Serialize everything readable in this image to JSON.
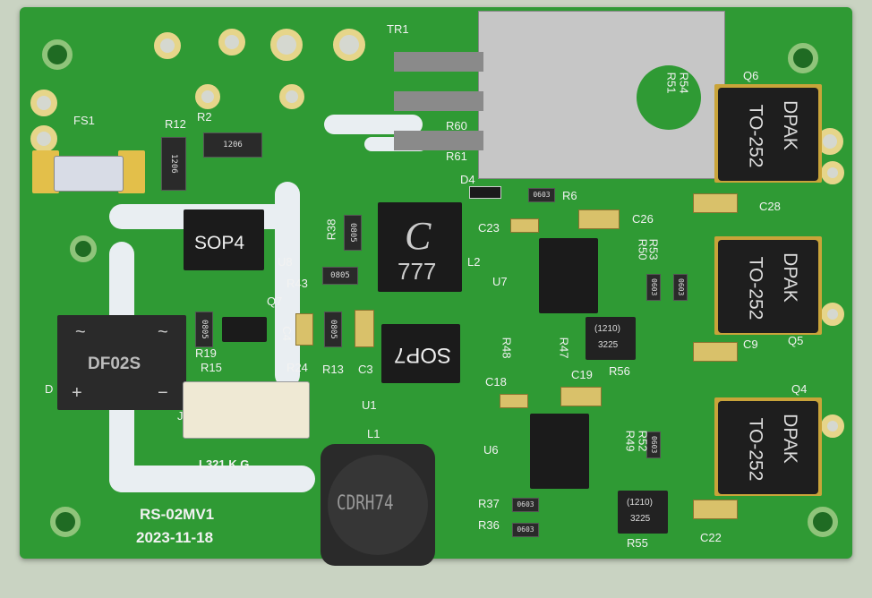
{
  "board": {
    "name": "RS-02MV1",
    "date": "2023-11-18"
  },
  "refs": {
    "tr1": "TR1",
    "q6": "Q6",
    "q5": "Q5",
    "q4": "Q4",
    "fs1": "FS1",
    "r12": "R12",
    "r2": "R2",
    "r38": "R38",
    "u8": "U8",
    "q7": "Q7",
    "r43": "R43",
    "c4": "C4",
    "r19": "R19",
    "r15": "R15",
    "r24": "R24",
    "r13": "R13",
    "c3": "C3",
    "u1": "U1",
    "l1": "L1",
    "l2": "L2",
    "d4": "D4",
    "r6": "R6",
    "c23": "C23",
    "c26": "C26",
    "c28": "C28",
    "u7": "U7",
    "r53": "R53",
    "r50": "R50",
    "r48": "R48",
    "r47": "R47",
    "r56": "R56",
    "c9": "C9",
    "c19": "C19",
    "c18": "C18",
    "u6": "U6",
    "r52": "R52",
    "r49": "R49",
    "r37": "R37",
    "r36": "R36",
    "r55": "R55",
    "c22": "C22",
    "r54": "R54",
    "r51": "R51",
    "r60": "R60",
    "r61": "R61",
    "d_left": "D",
    "j_left": "J"
  },
  "parts": {
    "sop4": "SOP4",
    "df02s": "DF02S",
    "sop7": "SOP7",
    "l2_value": "777",
    "l2_mark": "C",
    "l1_value": "CDRH74",
    "dpak_pkg": "DPAK",
    "to252": "TO-252",
    "connector_label": "L321 K G",
    "plus": "+",
    "minus": "−",
    "tilde": "~",
    "r1206a": "1206",
    "r1206b": "1206",
    "r0805a": "0805",
    "r0805b": "0805",
    "r0805c": "0805",
    "r0805d": "0805",
    "r0603a": "0603",
    "r0603b": "0603",
    "r0603c": "0603",
    "r0603d": "0603",
    "r0603e": "0603",
    "r0603f": "0603",
    "r3225a": "3225",
    "r3225b": "3225",
    "r1210a": "(1210)",
    "r1210b": "(1210)"
  },
  "colors": {
    "pcb": "#2f9a34",
    "copper": "#e3bf4a",
    "silk": "#f2f2f2",
    "trace": "#e9eef2"
  }
}
